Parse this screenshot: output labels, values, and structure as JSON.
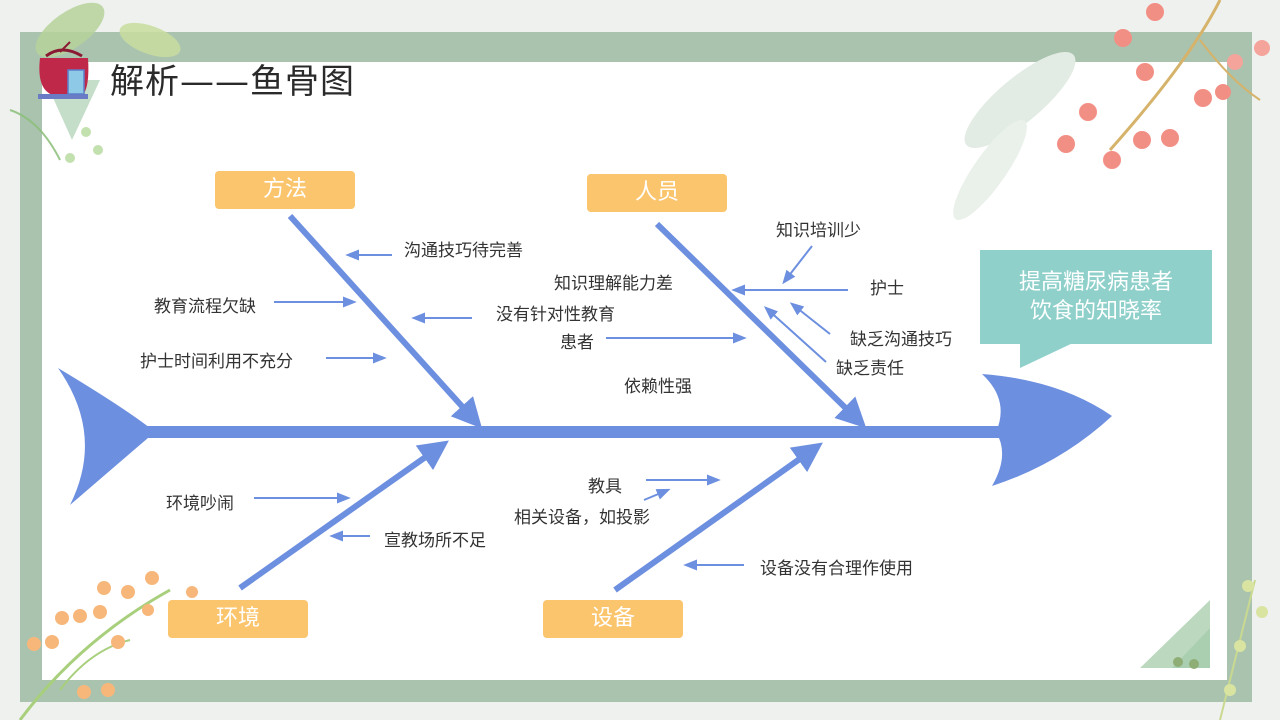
{
  "title": "解析——鱼骨图",
  "colors": {
    "bone": "#6d8fe0",
    "category": "#fbc56e",
    "effect": "#8fd0cb",
    "frame": "#a9c3ae"
  },
  "effect": {
    "line1": "提高糖尿病患者",
    "line2": "饮食的知晓率"
  },
  "categories": {
    "method": "方法",
    "people": "人员",
    "environment": "环境",
    "equipment": "设备"
  },
  "causes": {
    "communication_skill_to_improve": "沟通技巧待完善",
    "education_process_lacking": "教育流程欠缺",
    "no_targeted_education": "没有针对性教育",
    "nurse_time_insufficient": "护士时间利用不充分",
    "knowledge_training_less": "知识培训少",
    "understanding_ability_poor": "知识理解能力差",
    "nurse": "护士",
    "patient": "患者",
    "lack_communication_skill": "缺乏沟通技巧",
    "lack_responsibility": "缺乏责任",
    "dependency_strong": "依赖性强",
    "noisy_environment": "环境吵闹",
    "insufficient_venue": "宣教场所不足",
    "teaching_aids": "教具",
    "related_equipment": "相关设备，如投影",
    "equipment_not_used_properly": "设备没有合理作使用"
  }
}
